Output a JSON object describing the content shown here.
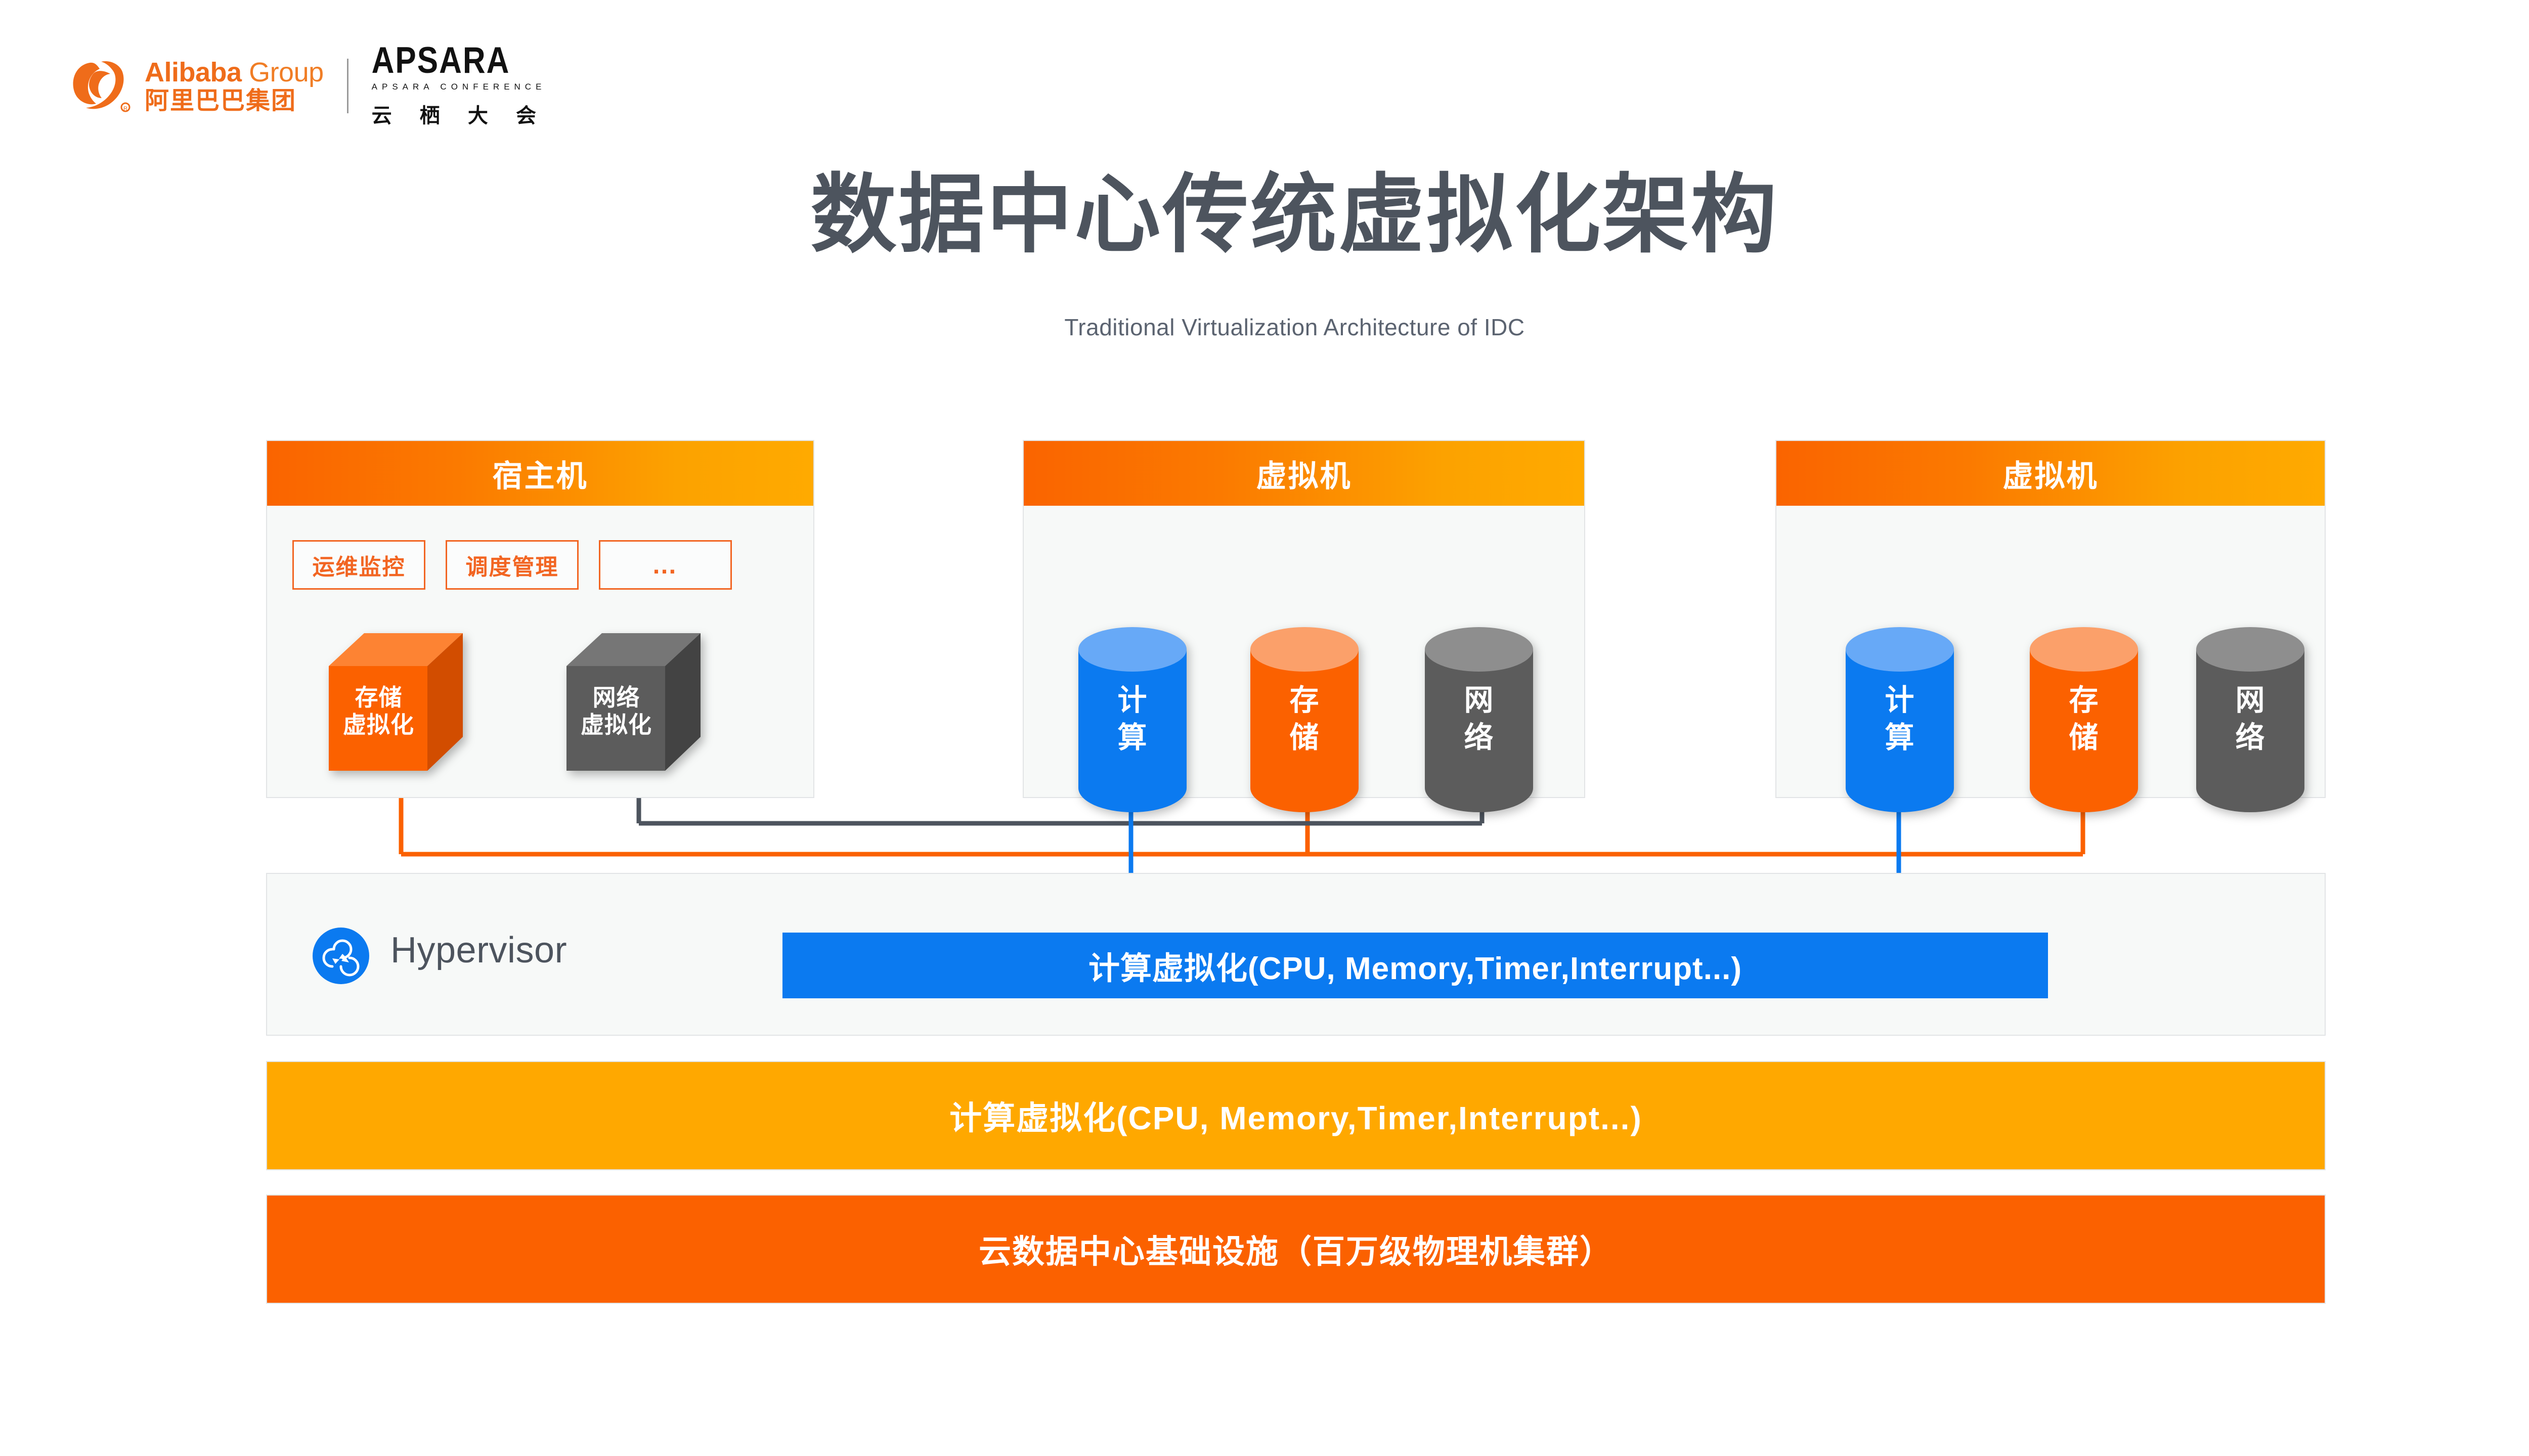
{
  "branding": {
    "alibaba_en_bold": "Alibaba",
    "alibaba_en_light": "Group",
    "alibaba_cn": "阿里巴巴集团",
    "apsara_word": "APSARA",
    "apsara_sub": "APSARA CONFERENCE",
    "apsara_cn": "云 栖 大 会"
  },
  "title": {
    "main": "数据中心传统虚拟化架构",
    "sub": "Traditional Virtualization Architecture of IDC"
  },
  "panels": {
    "host": {
      "header": "宿主机",
      "tags": [
        {
          "label": "运维监控"
        },
        {
          "label": "调度管理"
        },
        {
          "label": "…"
        }
      ],
      "cubes": [
        {
          "label_line1": "存储",
          "label_line2": "虚拟化",
          "color": "#fb6100",
          "top": "#fd8333",
          "side": "#d24d00"
        },
        {
          "label_line1": "网络",
          "label_line2": "虚拟化",
          "color": "#5c5c5c",
          "top": "#767676",
          "side": "#434343"
        }
      ]
    },
    "vm1": {
      "header": "虚拟机",
      "cylinders": [
        {
          "label_line1": "计",
          "label_line2": "算",
          "color": "#0b7af0",
          "top": "#67a9f7"
        },
        {
          "label_line1": "存",
          "label_line2": "储",
          "color": "#fb6100",
          "top": "#fba06a"
        },
        {
          "label_line1": "网",
          "label_line2": "络",
          "color": "#5c5c5c",
          "top": "#8e8e8e"
        }
      ]
    },
    "vm2": {
      "header": "虚拟机",
      "cylinders": [
        {
          "label_line1": "计",
          "label_line2": "算",
          "color": "#0b7af0",
          "top": "#67a9f7"
        },
        {
          "label_line1": "存",
          "label_line2": "储",
          "color": "#fb6100",
          "top": "#fba06a"
        },
        {
          "label_line1": "网",
          "label_line2": "络",
          "color": "#5c5c5c",
          "top": "#8e8e8e"
        }
      ]
    }
  },
  "hypervisor": {
    "label": "Hypervisor",
    "bar_label": "计算虚拟化(CPU, Memory,Timer,Interrupt...)",
    "icon": "sync-circles-icon"
  },
  "stack": {
    "orange_bar": "计算虚拟化(CPU, Memory,Timer,Interrupt...)",
    "red_bar": "云数据中心基础设施（百万级物理机集群）"
  },
  "colors": {
    "orange": "#fb6100",
    "amber": "#ffa800",
    "blue": "#0b7af0",
    "gray": "#5c5c5c",
    "title_gray": "#4d545e",
    "panel_bg": "#f7f9f8",
    "panel_border": "#e2e4e6"
  }
}
